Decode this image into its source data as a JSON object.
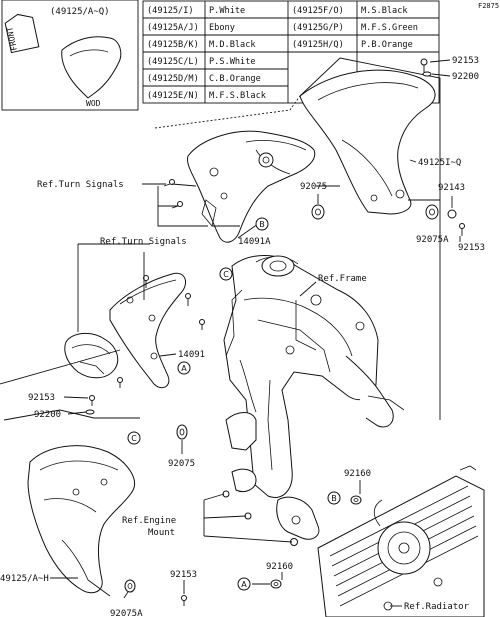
{
  "diagram_code": "F2875",
  "front_label": "FRONT",
  "variant_table": {
    "rows": [
      [
        "(49125/I)",
        "P.White",
        "(49125F/O)",
        "M.S.Black"
      ],
      [
        "(49125A/J)",
        "Ebony",
        "(49125G/P)",
        "M.F.S.Green"
      ],
      [
        "(49125B/K)",
        "M.D.Black",
        "(49125H/Q)",
        "P.B.Orange"
      ],
      [
        "(49125C/L)",
        "P.S.White",
        "",
        ""
      ],
      [
        "(49125D/M)",
        "C.B.Orange",
        "",
        ""
      ],
      [
        "(49125E/N)",
        "M.F.S.Black",
        "",
        ""
      ]
    ]
  },
  "inset": {
    "part_range": "(49125/A~Q)",
    "note": "WOD"
  },
  "labels": {
    "p92153_top": "92153",
    "p92200_top": "92200",
    "p49125_iq": "49125I~Q",
    "ref_turn_1": "Ref.Turn Signals",
    "p92075_mid": "92075",
    "p92143": "92143",
    "p92075a_right": "92075A",
    "p92153_right": "92153",
    "ref_turn_2": "Ref.Turn Signals",
    "p14091a": "14091A",
    "ref_frame": "Ref.Frame",
    "p14091": "14091",
    "p92153_left": "92153",
    "p92200_left": "92200",
    "p92075_low": "92075",
    "p92160_right": "92160",
    "ref_engine": "Ref.Engine",
    "mount": "Mount",
    "p49125_ah": "49125/A~H",
    "p92153_bottom": "92153",
    "p92160_low": "92160",
    "p92075a_bottom": "92075A",
    "ref_radiator": "Ref.Radiator"
  },
  "callouts": {
    "a": "A",
    "b": "B",
    "c": "C"
  }
}
